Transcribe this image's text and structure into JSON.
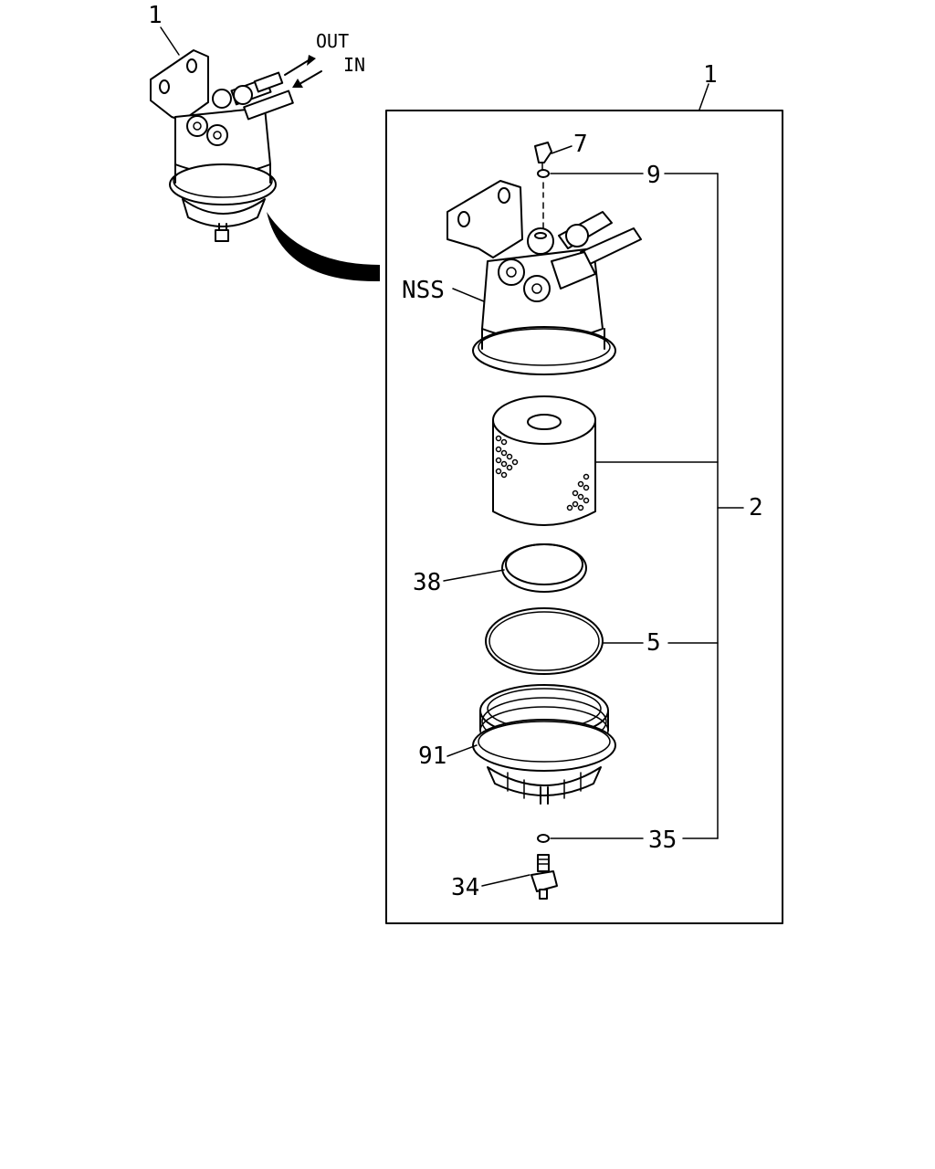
{
  "labels": {
    "assembly_overview": "1",
    "assembly_box": "1",
    "out": "OUT",
    "in": "IN",
    "bolt": "7",
    "washer_top": "9",
    "head": "NSS",
    "kit": "2",
    "ring": "38",
    "o_ring": "5",
    "bowl": "91",
    "washer_bottom": "35",
    "drain_plug": "34"
  }
}
